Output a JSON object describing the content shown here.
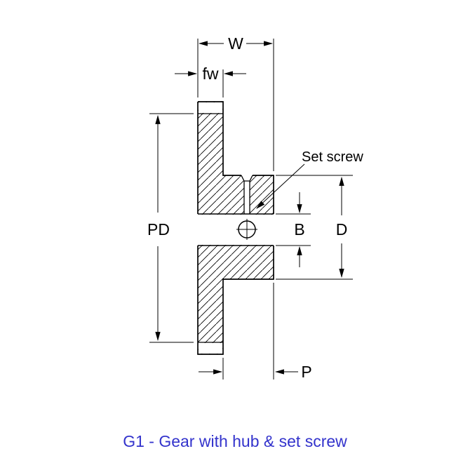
{
  "diagram": {
    "labels": {
      "W": "W",
      "fw": "fw",
      "PD": "PD",
      "B": "B",
      "D": "D",
      "P": "P",
      "set_screw": "Set screw"
    },
    "colors": {
      "line": "#000000",
      "background": "#ffffff",
      "caption": "#3333cc"
    }
  },
  "caption": {
    "text": "G1 - Gear with hub & set screw"
  }
}
